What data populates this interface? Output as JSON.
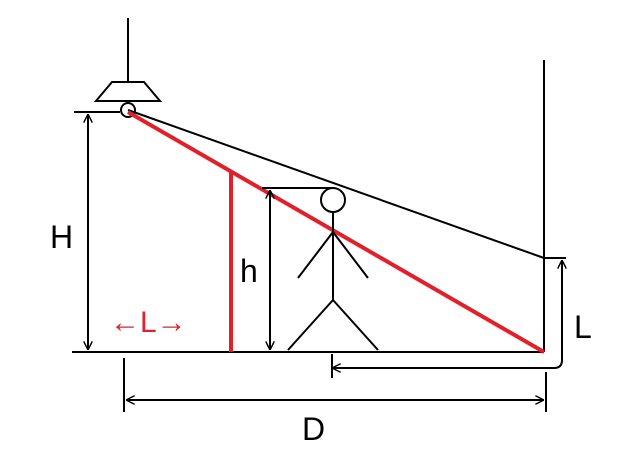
{
  "diagram": {
    "labels": {
      "H": "H",
      "h": "h",
      "L_right": "L",
      "D": "D",
      "L_red": "←L→"
    },
    "colors": {
      "ink": "#000000",
      "accent": "#e0202a",
      "background": "#ffffff"
    }
  }
}
